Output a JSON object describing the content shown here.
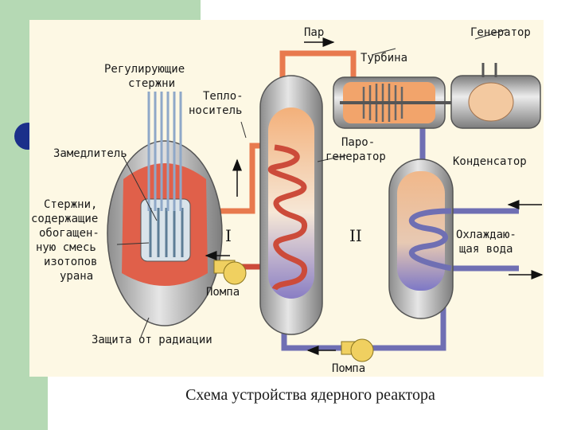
{
  "diagram": {
    "labels": {
      "steam": "Пар",
      "generator": "Генератор",
      "turbine": "Турбина",
      "control_rods_1": "Регулирующие",
      "control_rods_2": "стержни",
      "coolant_1": "Тепло-",
      "coolant_2": "носитель",
      "steam_gen_1": "Паро-",
      "steam_gen_2": "генератор",
      "condenser": "Конденсатор",
      "moderator": "Замедлитель",
      "fuel_1": "Стержни,",
      "fuel_2": "содержащие",
      "fuel_3": "обогащен-",
      "fuel_4": "ную смесь",
      "fuel_5": "изотопов",
      "fuel_6": "урана",
      "loop_1": "I",
      "loop_2": "II",
      "cooling_water_1": "Охлаждаю-",
      "cooling_water_2": "щая вода",
      "pump_1": "Помпа",
      "pump_2": "Помпа",
      "shield": "Защита от радиации"
    },
    "colors": {
      "hot_pipe": "#e87a4e",
      "cold_pipe": "#6f6fb3",
      "core": "#e0604a",
      "vessel": "#b8b8b8",
      "pump": "#f0d060"
    }
  },
  "caption": "Схема устройства ядерного реактора"
}
